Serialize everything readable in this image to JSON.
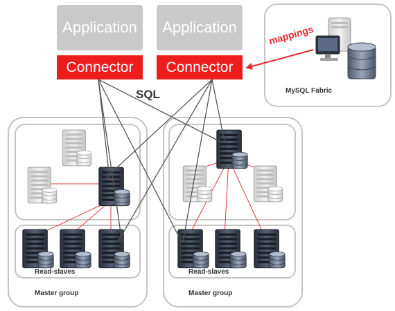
{
  "applications": [
    {
      "label": "Application"
    },
    {
      "label": "Application"
    }
  ],
  "connectors": [
    {
      "label": "Connector"
    },
    {
      "label": "Connector"
    }
  ],
  "sql_label": "SQL",
  "fabric": {
    "label": "MySQL Fabric",
    "mappings_label": "mappings"
  },
  "groups": [
    {
      "label": "Master group",
      "slaves_label": "Read-slaves"
    },
    {
      "label": "Master group",
      "slaves_label": "Read-slaves"
    }
  ],
  "colors": {
    "connector": "#ee1c1c",
    "application": "#c9c9c9",
    "sql_line": "#555555",
    "replication_line": "#e23b3b",
    "mappings_arrow": "#e8262c",
    "group_border": "#c4c4c4"
  }
}
